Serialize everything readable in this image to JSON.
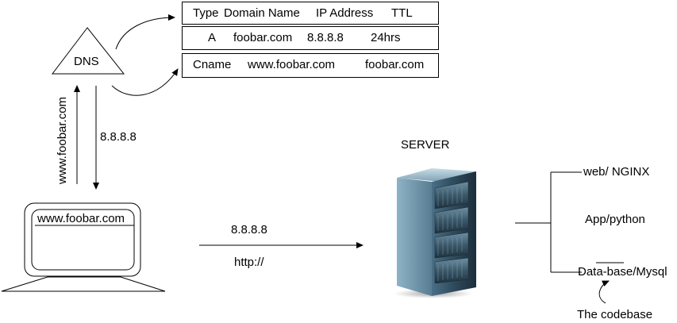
{
  "dns": {
    "label": "DNS",
    "table": {
      "header": [
        "Type",
        "Domain Name",
        "IP Address",
        "TTL"
      ],
      "rows": [
        [
          "A",
          "foobar.com",
          "8.8.8.8",
          "24hrs"
        ],
        [
          "Cname",
          "www.foobar.com",
          "foobar.com"
        ]
      ]
    }
  },
  "client": {
    "query_label": "www.foobar.com",
    "response_label": "8.8.8.8",
    "browser_address": "www.foobar.com"
  },
  "connection": {
    "ip_label": "8.8.8.8",
    "protocol_label": "http://"
  },
  "server": {
    "title": "SERVER",
    "components": [
      {
        "label": "web/ NGINX"
      },
      {
        "label": "App/python"
      },
      {
        "label": "Data-base/Mysql"
      }
    ],
    "codebase_label": "The codebase"
  }
}
